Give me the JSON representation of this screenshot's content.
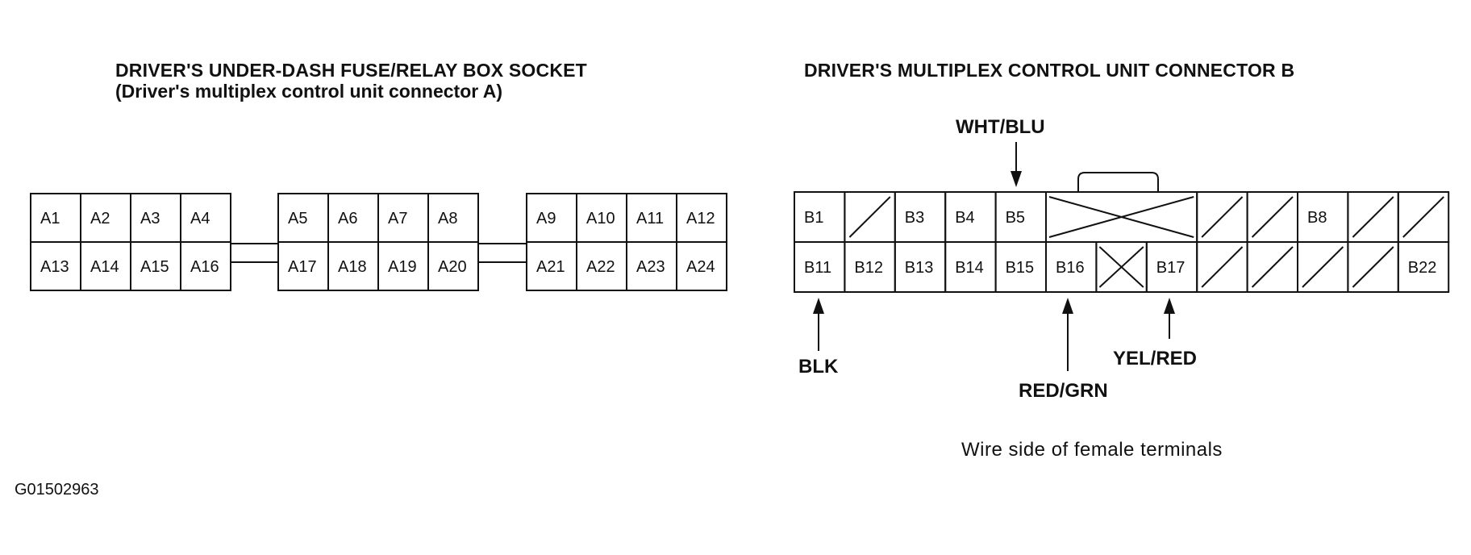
{
  "left": {
    "title": "DRIVER'S UNDER-DASH FUSE/RELAY BOX SOCKET",
    "subtitle": "(Driver's multiplex control unit connector A)",
    "blocks": [
      {
        "top": [
          "A1",
          "A2",
          "A3",
          "A4"
        ],
        "bottom": [
          "A13",
          "A14",
          "A15",
          "A16"
        ]
      },
      {
        "top": [
          "A5",
          "A6",
          "A7",
          "A8"
        ],
        "bottom": [
          "A17",
          "A18",
          "A19",
          "A20"
        ]
      },
      {
        "top": [
          "A9",
          "A10",
          "A11",
          "A12"
        ],
        "bottom": [
          "A21",
          "A22",
          "A23",
          "A24"
        ]
      }
    ]
  },
  "right": {
    "title": "DRIVER'S MULTIPLEX CONTROL UNIT CONNECTOR B",
    "top_row": [
      "B1",
      "/",
      "B3",
      "B4",
      "B5",
      "X",
      "X",
      "/",
      "/",
      "B8",
      "/",
      "/"
    ],
    "bottom_row": [
      "B11",
      "B12",
      "B13",
      "B14",
      "B15",
      "B16",
      "X",
      "B17",
      "/",
      "/",
      "/",
      "/",
      "B22"
    ],
    "wires": {
      "wht_blu": "WHT/BLU",
      "blk": "BLK",
      "red_grn": "RED/GRN",
      "yel_red": "YEL/RED"
    },
    "note": "Wire side of female terminals"
  },
  "figure_code": "G01502963"
}
